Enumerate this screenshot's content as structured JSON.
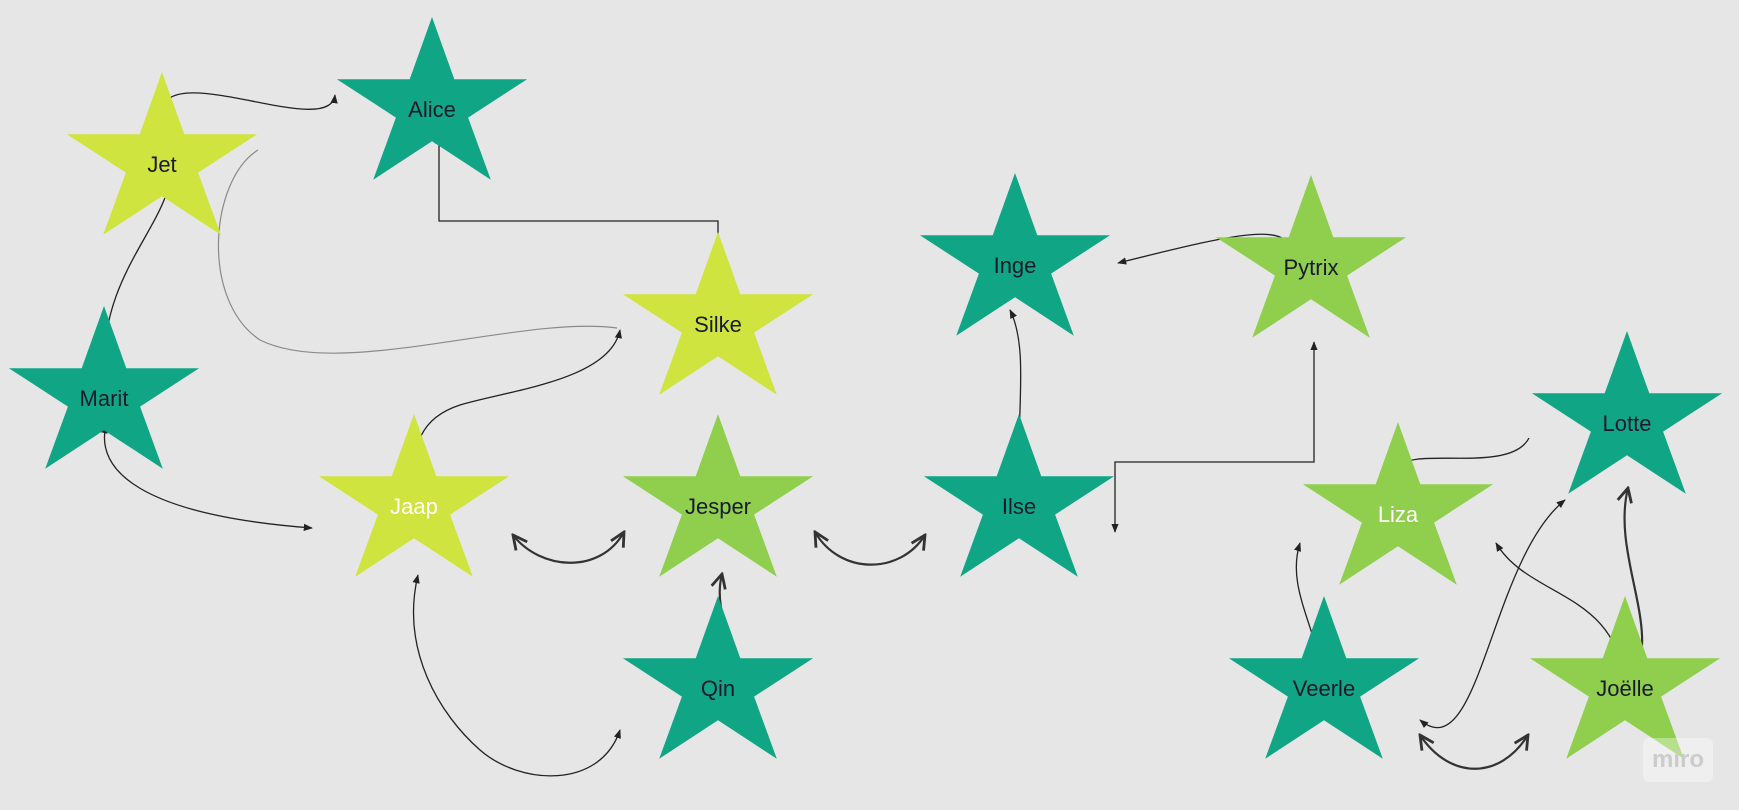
{
  "colors": {
    "background": "#e6e6e6",
    "teal": "#0fa585",
    "yellow_green": "#cfe43e",
    "light_green": "#8fcf4d",
    "dark_text": "#1a1a2e",
    "light_text": "#ffffff",
    "edge": "#222222"
  },
  "nodes": [
    {
      "id": "alice",
      "label": "Alice",
      "color": "teal"
    },
    {
      "id": "jet",
      "label": "Jet",
      "color": "yellow_green"
    },
    {
      "id": "marit",
      "label": "Marit",
      "color": "teal"
    },
    {
      "id": "silke",
      "label": "Silke",
      "color": "yellow_green"
    },
    {
      "id": "jaap",
      "label": "Jaap",
      "color": "yellow_green"
    },
    {
      "id": "jesper",
      "label": "Jesper",
      "color": "light_green"
    },
    {
      "id": "qin",
      "label": "Qin",
      "color": "teal"
    },
    {
      "id": "inge",
      "label": "Inge",
      "color": "teal"
    },
    {
      "id": "pytrix",
      "label": "Pytrix",
      "color": "light_green"
    },
    {
      "id": "ilse",
      "label": "Ilse",
      "color": "teal"
    },
    {
      "id": "lotte",
      "label": "Lotte",
      "color": "teal"
    },
    {
      "id": "liza",
      "label": "Liza",
      "color": "light_green"
    },
    {
      "id": "veerle",
      "label": "Veerle",
      "color": "teal"
    },
    {
      "id": "joelle",
      "label": "Joëlle",
      "color": "light_green"
    }
  ],
  "edges": [
    {
      "from": "jet",
      "to": "alice",
      "arrows": "both"
    },
    {
      "from": "jet",
      "to": "marit",
      "arrows": "to"
    },
    {
      "from": "jet",
      "to": "silke",
      "arrows": "none",
      "style": "faint"
    },
    {
      "from": "silke",
      "to": "alice",
      "arrows": "to"
    },
    {
      "from": "marit",
      "to": "jaap",
      "arrows": "both"
    },
    {
      "from": "silke",
      "to": "jaap",
      "arrows": "both"
    },
    {
      "from": "jaap",
      "to": "jesper",
      "arrows": "both",
      "style": "bold"
    },
    {
      "from": "qin",
      "to": "jaap",
      "arrows": "both"
    },
    {
      "from": "qin",
      "to": "jesper",
      "arrows": "to",
      "style": "bold"
    },
    {
      "from": "jesper",
      "to": "ilse",
      "arrows": "both",
      "style": "bold"
    },
    {
      "from": "inge",
      "to": "ilse",
      "arrows": "both"
    },
    {
      "from": "pytrix",
      "to": "inge",
      "arrows": "to"
    },
    {
      "from": "ilse",
      "to": "pytrix",
      "arrows": "both"
    },
    {
      "from": "lotte",
      "to": "liza",
      "arrows": "to"
    },
    {
      "from": "liza",
      "to": "veerle",
      "arrows": "both"
    },
    {
      "from": "liza",
      "to": "joelle",
      "arrows": "both"
    },
    {
      "from": "lotte",
      "to": "joelle",
      "arrows": "both",
      "style": "bold"
    },
    {
      "from": "veerle",
      "to": "lotte",
      "arrows": "both"
    },
    {
      "from": "veerle",
      "to": "joelle",
      "arrows": "both",
      "style": "bold"
    }
  ],
  "watermark": "miro"
}
